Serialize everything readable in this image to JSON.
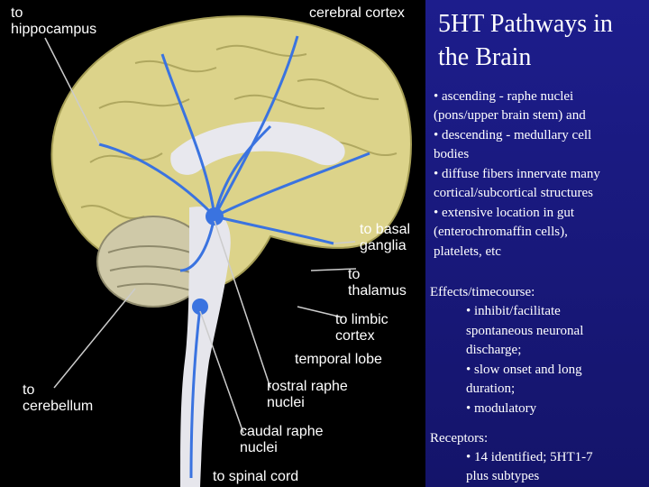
{
  "title": "5HT Pathways in\nthe Brain",
  "bullets": [
    "• ascending - raphe nuclei",
    "(pons/upper brain stem) and",
    "• descending - medullary cell",
    "bodies",
    "• diffuse fibers innervate many",
    "cortical/subcortical structures",
    "• extensive location in gut",
    "(enterochromaffin cells),",
    "platelets, etc"
  ],
  "effects": {
    "heading": "Effects/timecourse:",
    "lines": [
      "• inhibit/facilitate",
      "spontaneous neuronal",
      "discharge;",
      "• slow onset and long",
      "duration;",
      "• modulatory"
    ]
  },
  "receptors": {
    "heading": "Receptors:",
    "lines": [
      "• 14 identified; 5HT1-7",
      "plus subtypes"
    ]
  },
  "brain_labels": {
    "hippocampus": "to\nhippocampus",
    "cortex": "cerebral cortex",
    "basal_ganglia": "to basal\nganglia",
    "thalamus": "to\nthalamus",
    "limbic": "to limbic\ncortex",
    "temporal": "temporal lobe",
    "cerebellum": "to\ncerebellum",
    "rostral": "rostral raphe\nnuclei",
    "caudal": "caudal raphe\nnuclei",
    "spinal": "to spinal cord"
  },
  "colors": {
    "background": "#1c1c86",
    "brain_cortex": "#dcd38a",
    "pathway": "#3a73e0",
    "text": "#ffffff"
  }
}
